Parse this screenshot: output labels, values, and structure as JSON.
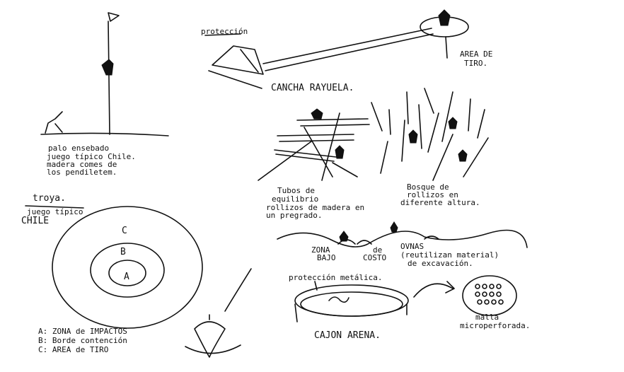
{
  "rayuela": {
    "proteccion": "protección",
    "title": "CANCHA RAYUELA.",
    "area_1": "AREA DE",
    "area_2": "TIRO."
  },
  "palo": {
    "lines": [
      "palo ensebado",
      "juego típico Chile.",
      "madera comes de",
      "los pendiletem."
    ]
  },
  "troya": {
    "title": "troya.",
    "sub1": "juego típico",
    "sub2": "CHILE",
    "ring_c": "C",
    "ring_b": "B",
    "ring_a": "A",
    "legend": [
      "A: ZONA de IMPACTOS",
      "B: Borde contención",
      "C: AREA de TIRO"
    ]
  },
  "tubos": {
    "lines": [
      "Tubos de",
      "equilibrio",
      "rollizos de madera en",
      "un pregrado."
    ]
  },
  "bosque": {
    "lines": [
      "Bosque de",
      "rollizos en",
      "diferente altura."
    ]
  },
  "zona": {
    "zona": "ZONA",
    "bajo": "BAJO",
    "de": "de",
    "costo": "COSTO",
    "ovnas": "OVNAS",
    "reutilizan": "(reutilizan material)",
    "excavacion": "de excavación."
  },
  "cajon": {
    "proteccion": "protección metálica.",
    "title": "CAJON ARENA.",
    "malla_1": "malla",
    "malla_2": "microperforada."
  }
}
